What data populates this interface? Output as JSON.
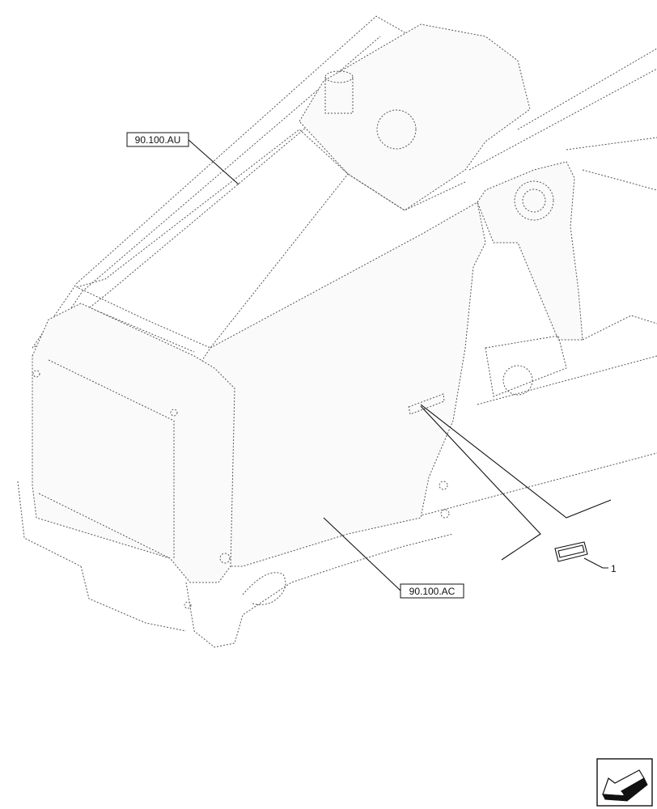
{
  "callouts": {
    "ref_top": "90.100.AU",
    "ref_bottom": "90.100.AC",
    "part_number": "1"
  },
  "icons": {
    "view_arrow": "arrow-down-left-icon"
  }
}
